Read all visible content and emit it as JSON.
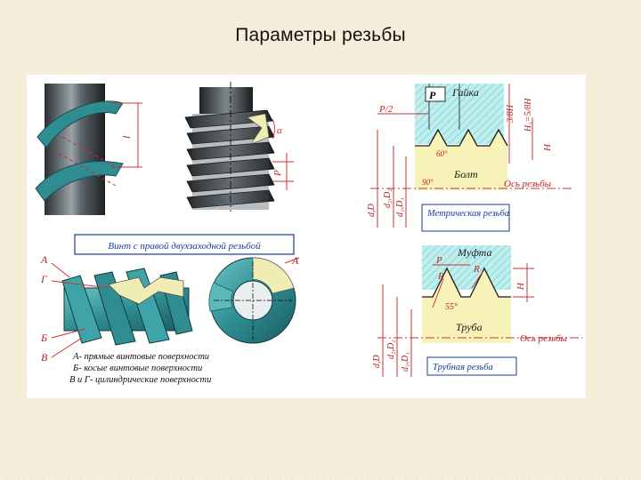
{
  "slide": {
    "title": "Параметры резьбы"
  },
  "figure": {
    "bolt_labels": {
      "l": "l",
      "alpha": "α",
      "pitch": "P"
    },
    "double_thread_caption": "Винт с правой двухзаходной резьбой",
    "surface_labels": {
      "a1": "А",
      "g": "Г",
      "b": "Б",
      "v": "В",
      "a2": "А"
    },
    "surface_legend": [
      "А- прямые винтовые поверхности",
      "Б- косые винтовые поверхности",
      "В и Г- цилиндрические поверхности"
    ],
    "metric": {
      "nut": "Гайка",
      "bolt": "Болт",
      "p": "P",
      "p_half": "P/2",
      "angle": "60°",
      "root": "90°",
      "h38": "3/8H",
      "h_frac": "H₁=5/8H",
      "h": "H",
      "d_outer": "d,D",
      "d_mid": "d₂,D₂",
      "d_inner": "d₁,D₁",
      "axis": "Ось резьбы",
      "caption": "Метрическая резьба"
    },
    "pipe": {
      "coupling": "Муфта",
      "pipe": "Труба",
      "p": "P",
      "r1": "R",
      "r2": "R",
      "angle": "55°",
      "h": "H",
      "d_outer": "d,D",
      "d_mid": "d₂,D₂",
      "d_inner": "d₁,D₁",
      "axis": "Ось резьбы",
      "caption": "Трубная резьба"
    }
  }
}
